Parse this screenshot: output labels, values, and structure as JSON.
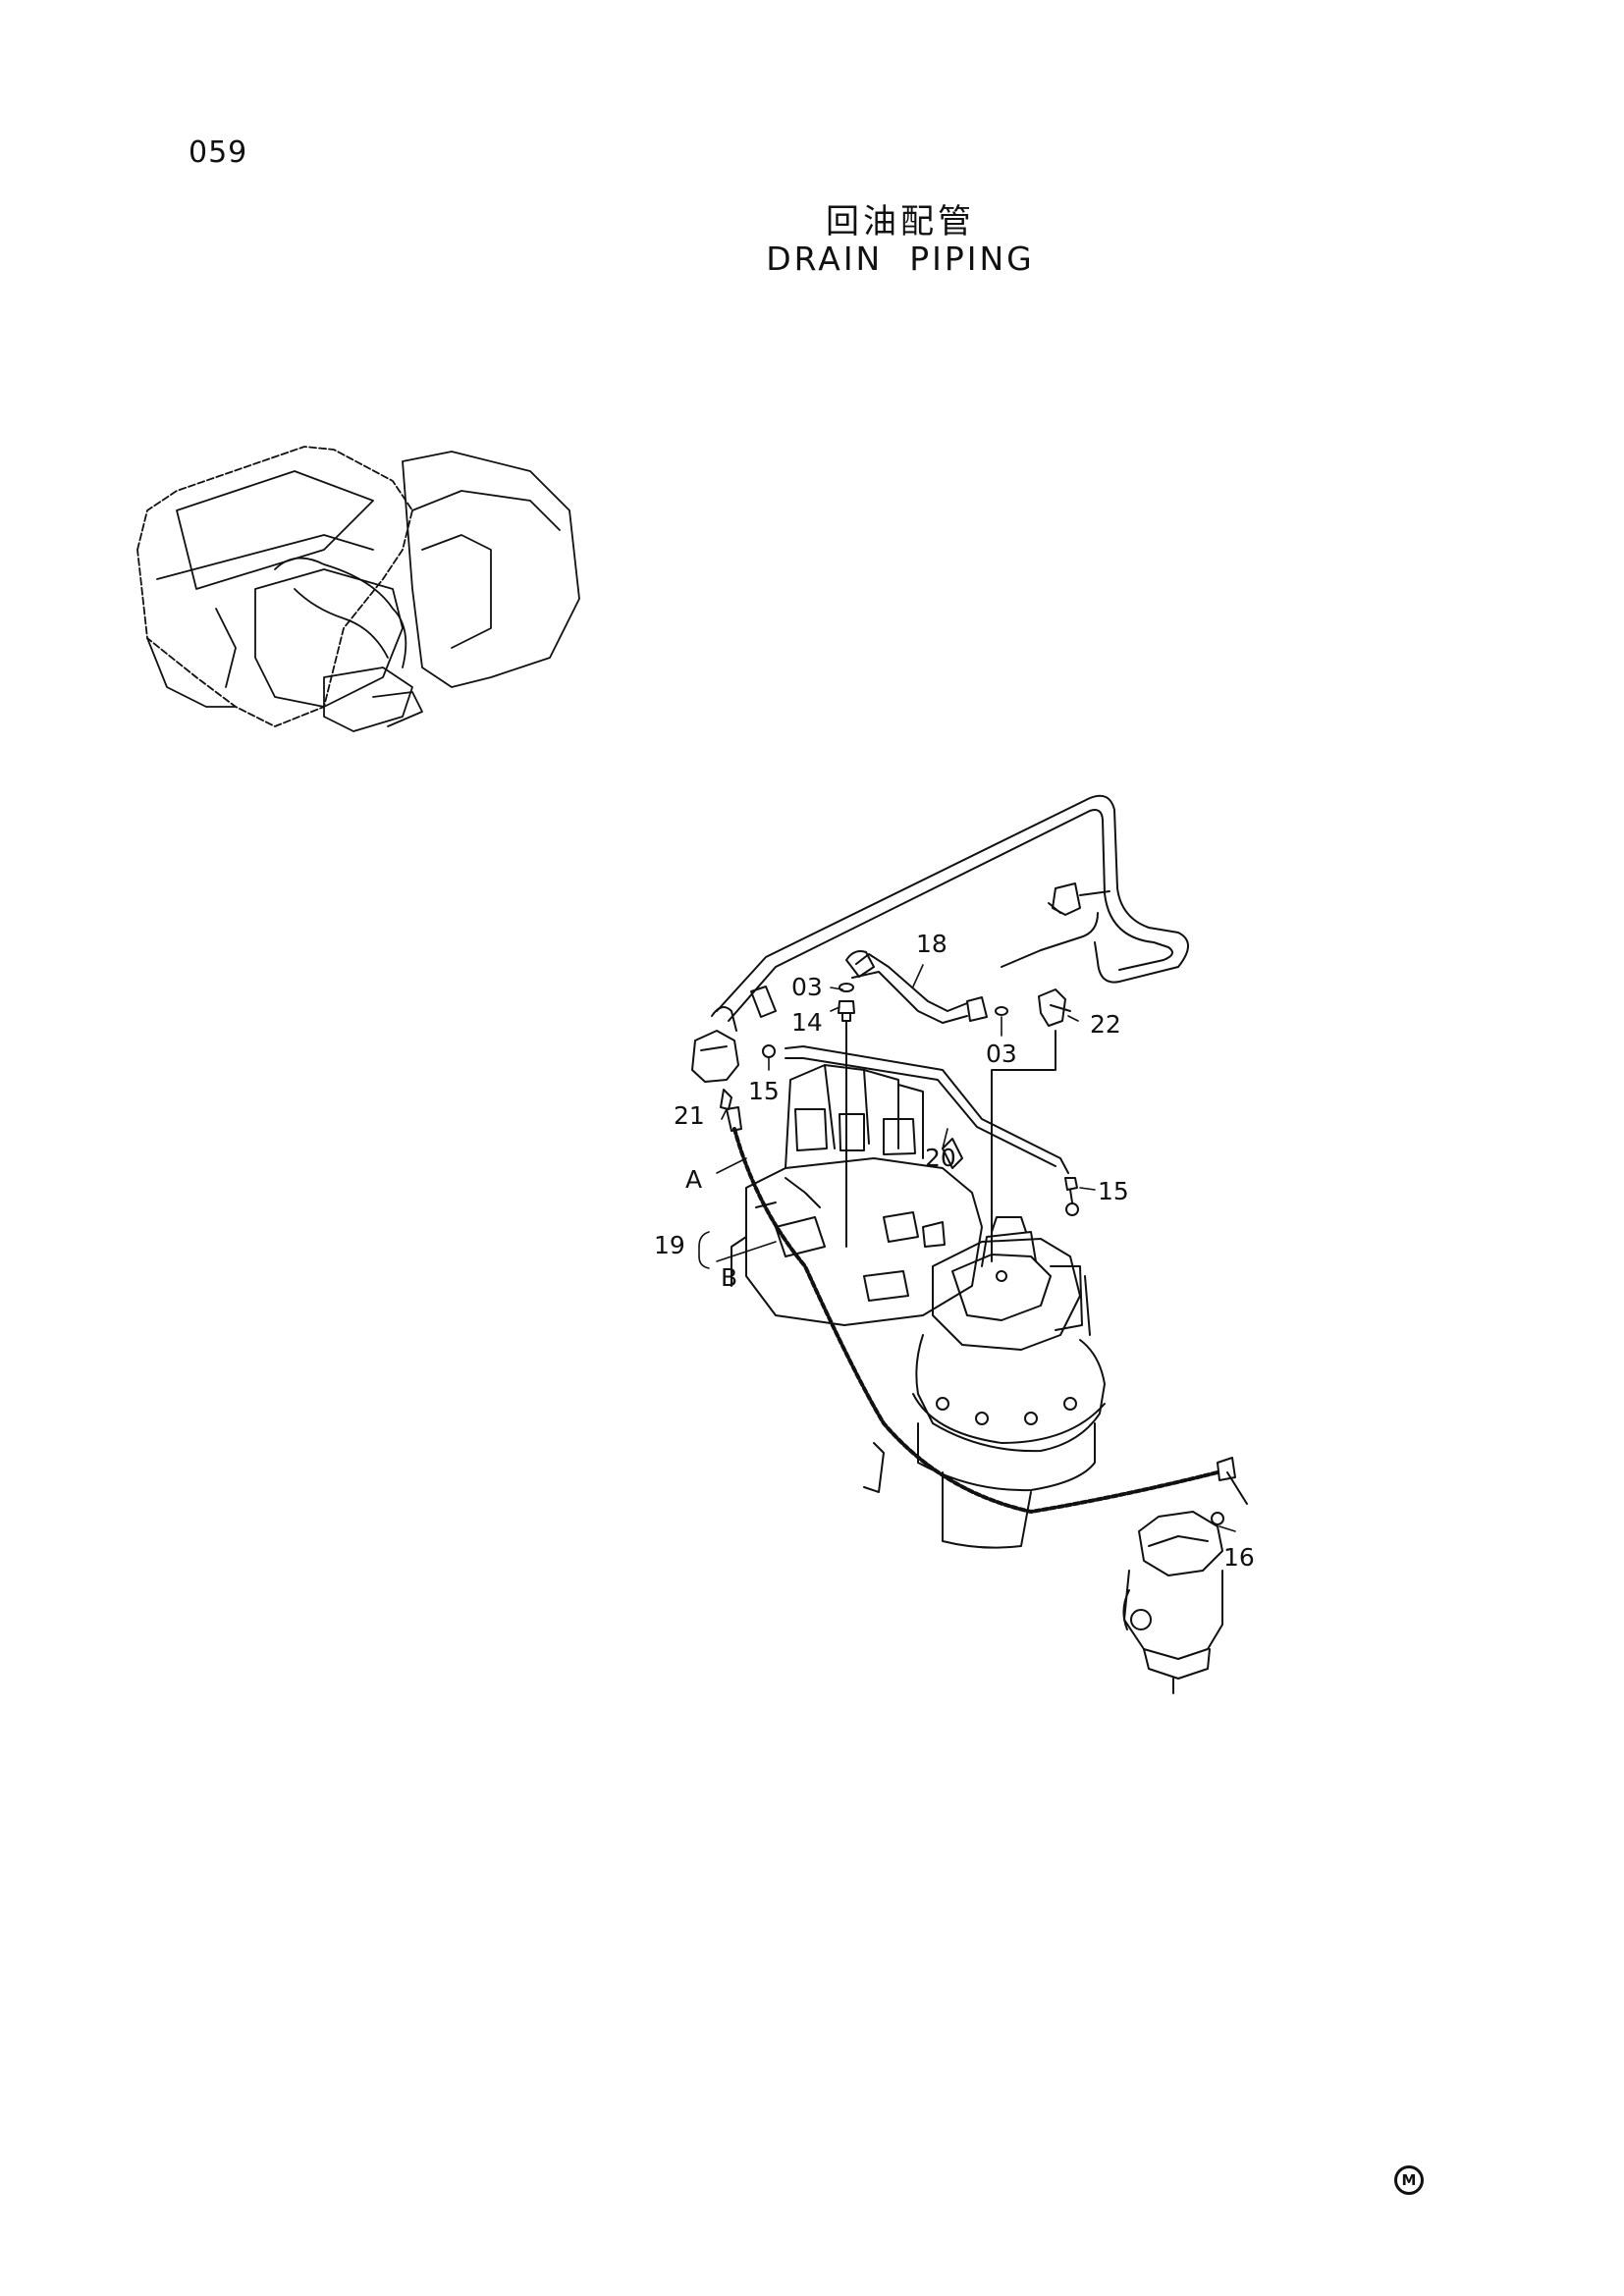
{
  "page_number": "059",
  "title_cn": "回油配管",
  "title_en": "DRAIN  PIPING",
  "callouts": {
    "c18": "18",
    "c03a": "03",
    "c14": "14",
    "c22": "22",
    "c03b": "03",
    "c15a": "15",
    "c21": "21",
    "c20": "20",
    "c15b": "15",
    "cA": "A",
    "c19": "19",
    "cB": "B",
    "c16": "16"
  },
  "corner_mark": "M",
  "colors": {
    "ink": "#111111",
    "paper": "#ffffff"
  }
}
